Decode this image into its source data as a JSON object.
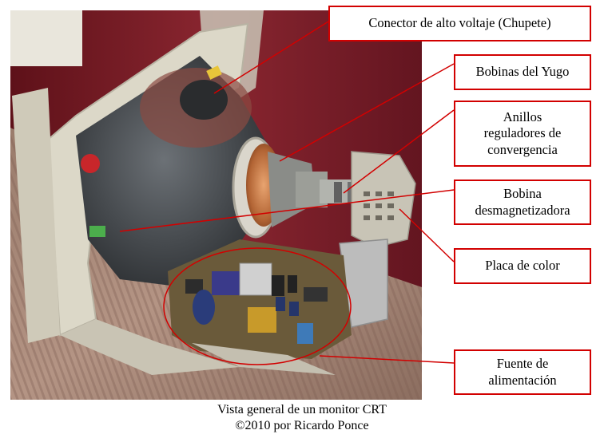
{
  "labels": {
    "hv_connector": "Conector de alto voltaje (Chupete)",
    "yoke": "Bobinas del Yugo",
    "convergence": [
      "Anillos",
      "reguladores de",
      "convergencia"
    ],
    "degauss": [
      "Bobina",
      "desmagnetizadora"
    ],
    "color_board": "Placa de color",
    "psu": [
      "Fuente de",
      "alimentación"
    ]
  },
  "caption": {
    "line1": "Vista general de un monitor CRT",
    "line2": "©2010 por Ricardo Ponce"
  },
  "colors": {
    "callout": "#d20000",
    "wall": "#7a1a22",
    "bezel": "#dcd8c8",
    "tube": "#4a4e52",
    "pcb": "#6a5a3a"
  }
}
